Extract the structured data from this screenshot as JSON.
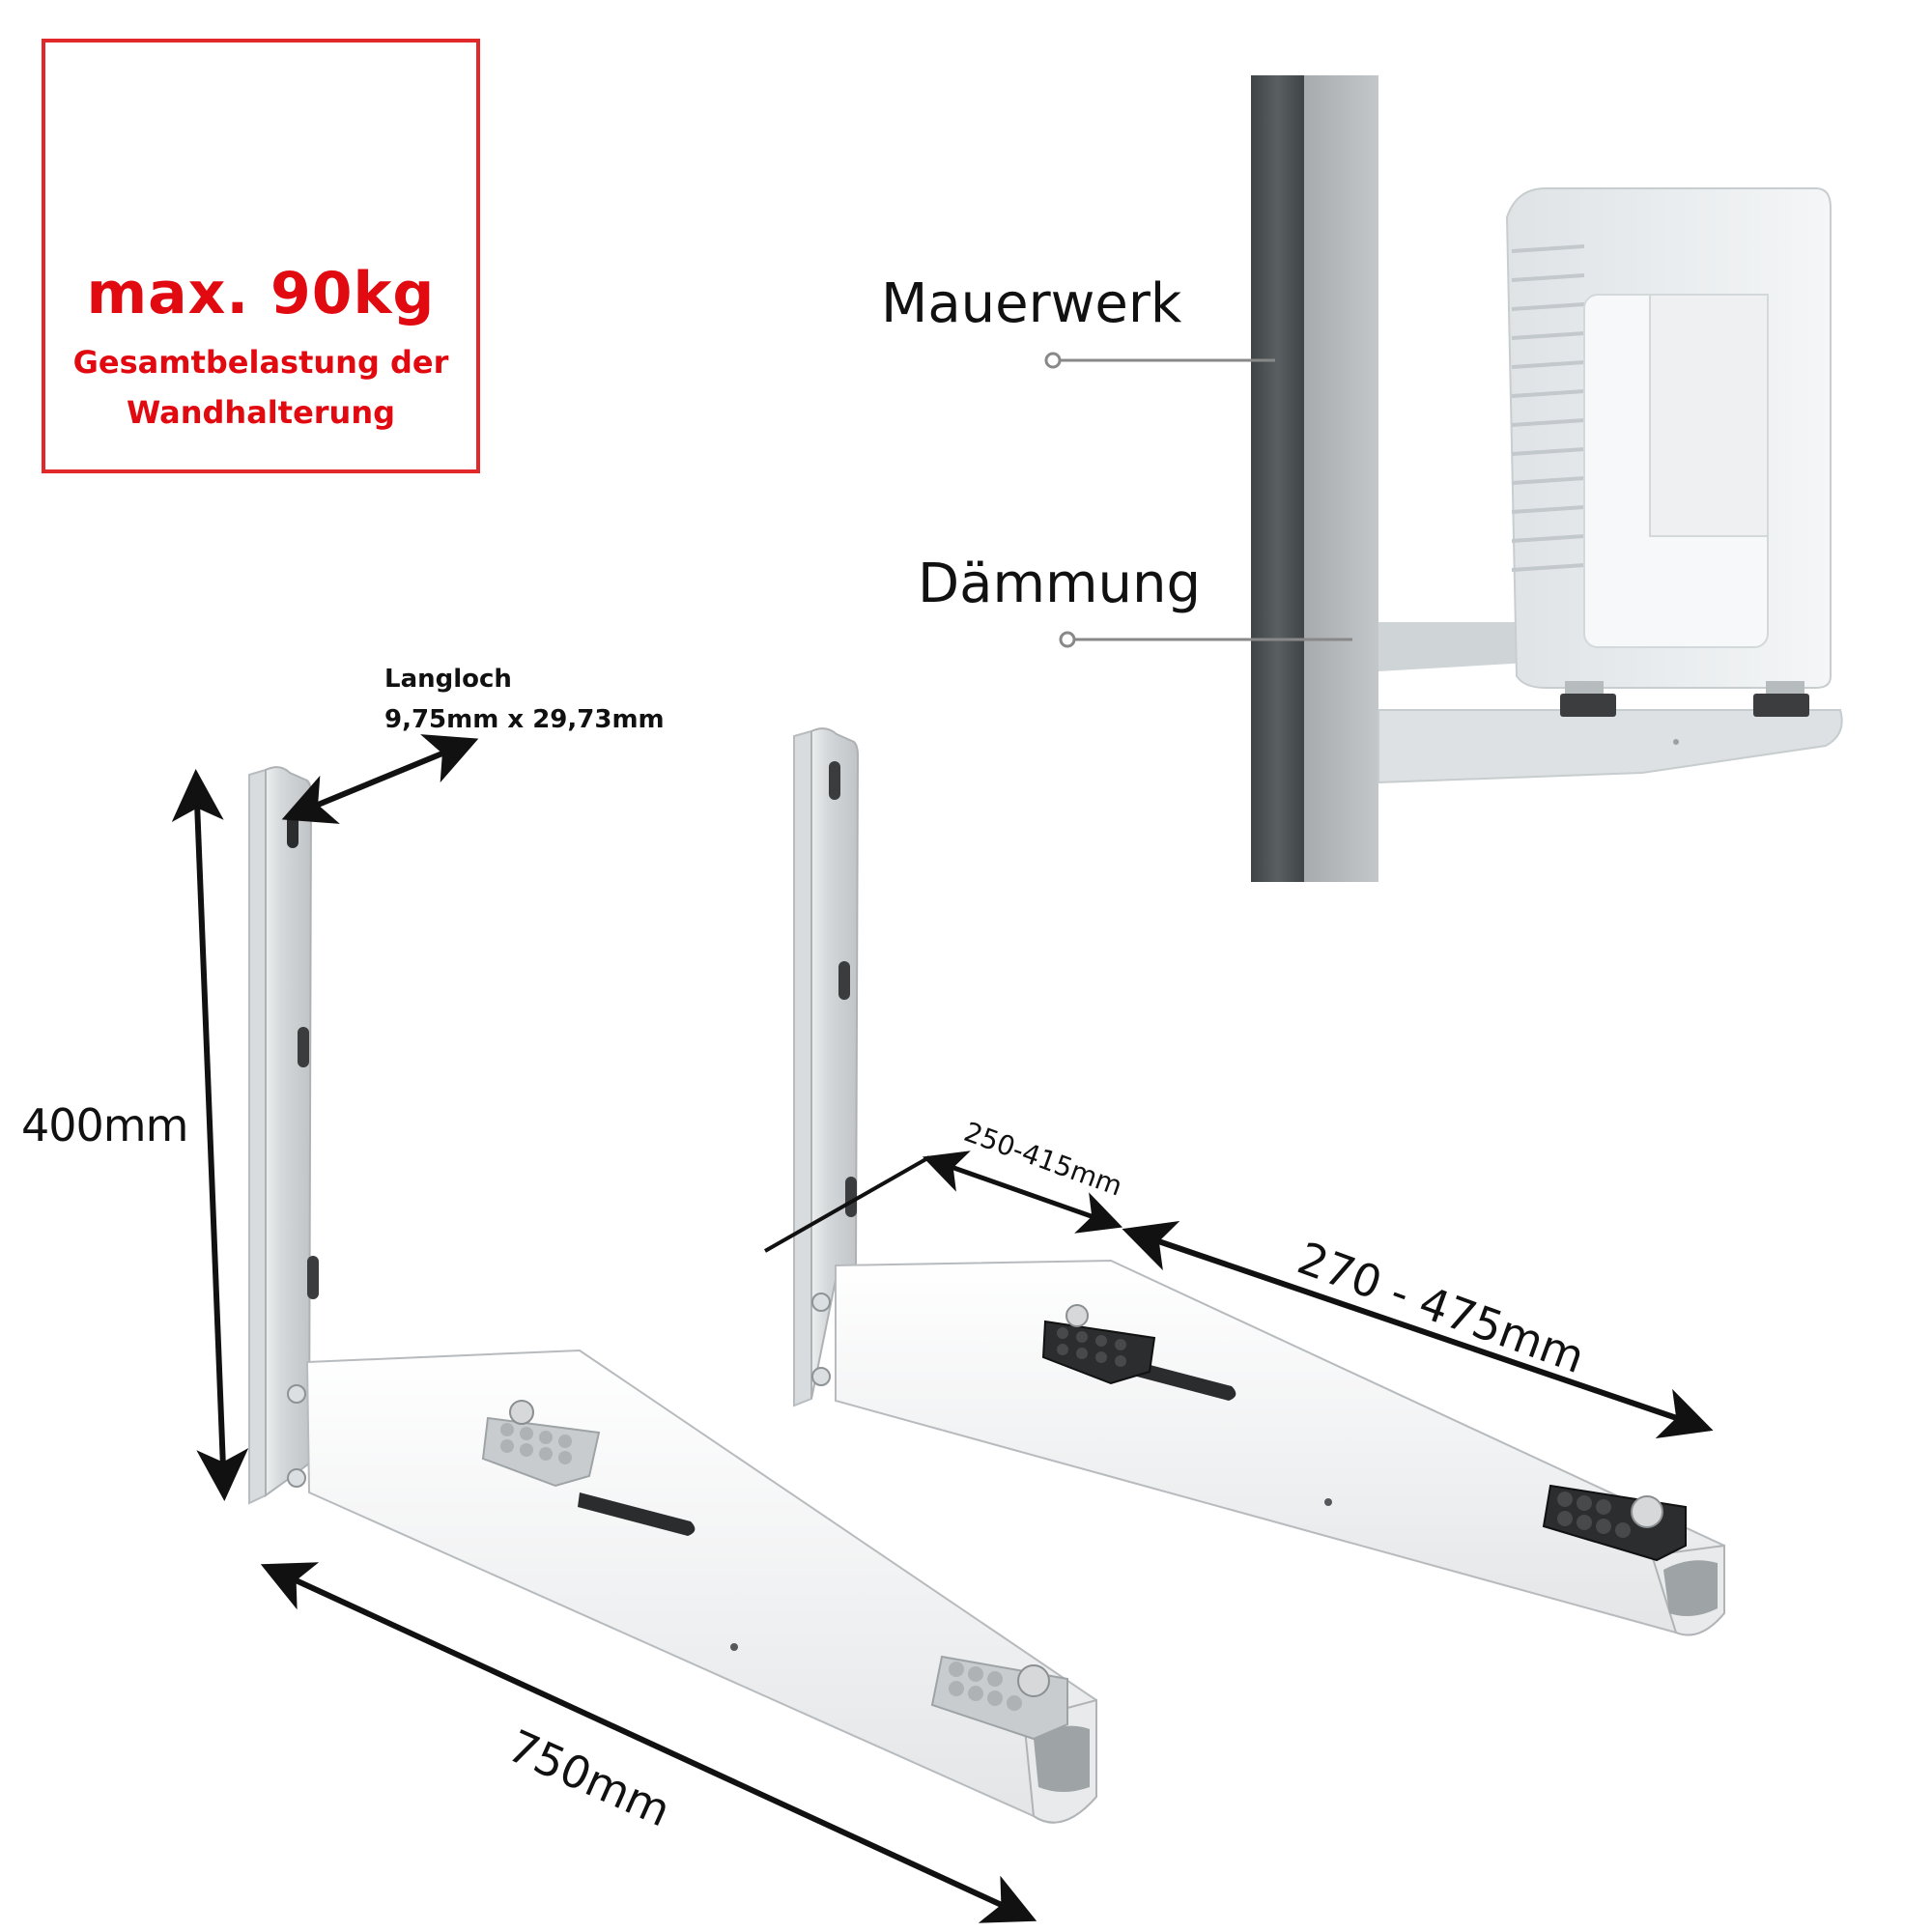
{
  "load_badge": {
    "icon": "kg-weight-icon",
    "icon_text": "kg",
    "max_text": "max. 90kg",
    "desc_line1": "Gesamtbelastung der",
    "desc_line2": "Wandhalterung",
    "color": "#e1282b"
  },
  "wall_labels": {
    "masonry": "Mauerwerk",
    "insulation": "Dämmung"
  },
  "dimensions": {
    "slot_label": "Langloch",
    "slot_size": "9,75mm x 29,73mm",
    "height": "400mm",
    "length": "750mm",
    "foot_offset": "250-415mm",
    "foot_range": "270 - 475mm"
  },
  "colors": {
    "bracket_white": "#f1f2f2",
    "bracket_grey": "#c9cccf",
    "wall_dark": "#4d5355",
    "insulation": "#b5b9bb",
    "arrow": "#111111"
  }
}
